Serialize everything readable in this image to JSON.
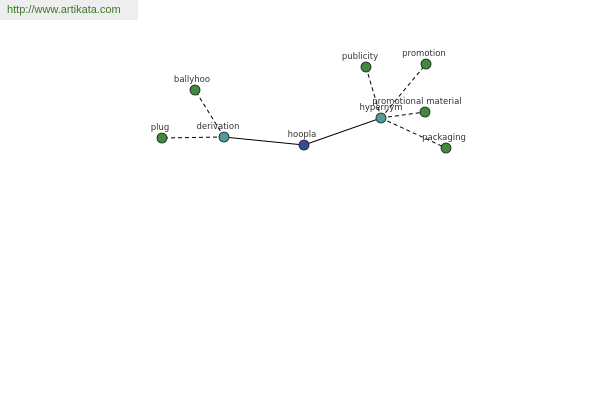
{
  "site": {
    "url": "http://www.artikata.com"
  },
  "colors": {
    "center": "#334d99",
    "relation": "#4f9a9a",
    "leaf": "#3f8a3c",
    "edge": "#000000",
    "banner_text": "#3a7a2a"
  },
  "graph": {
    "nodes": [
      {
        "id": "hoopla",
        "label": "hoopla",
        "kind": "center"
      },
      {
        "id": "derivation",
        "label": "derivation",
        "kind": "relation"
      },
      {
        "id": "hypernym",
        "label": "hypernym",
        "kind": "relation"
      },
      {
        "id": "plug",
        "label": "plug",
        "kind": "leaf"
      },
      {
        "id": "ballyhoo",
        "label": "ballyhoo",
        "kind": "leaf"
      },
      {
        "id": "publicity",
        "label": "publicity",
        "kind": "leaf"
      },
      {
        "id": "promotion",
        "label": "promotion",
        "kind": "leaf"
      },
      {
        "id": "promotional-material",
        "label": "promotional material",
        "kind": "leaf"
      },
      {
        "id": "packaging",
        "label": "packaging",
        "kind": "leaf"
      }
    ],
    "edges": [
      {
        "from": "hoopla",
        "to": "derivation",
        "style": "solid"
      },
      {
        "from": "hoopla",
        "to": "hypernym",
        "style": "solid"
      },
      {
        "from": "derivation",
        "to": "plug",
        "style": "dashed"
      },
      {
        "from": "derivation",
        "to": "ballyhoo",
        "style": "dashed"
      },
      {
        "from": "hypernym",
        "to": "publicity",
        "style": "dashed"
      },
      {
        "from": "hypernym",
        "to": "promotion",
        "style": "dashed"
      },
      {
        "from": "hypernym",
        "to": "promotional-material",
        "style": "dashed"
      },
      {
        "from": "hypernym",
        "to": "packaging",
        "style": "dashed"
      }
    ]
  }
}
